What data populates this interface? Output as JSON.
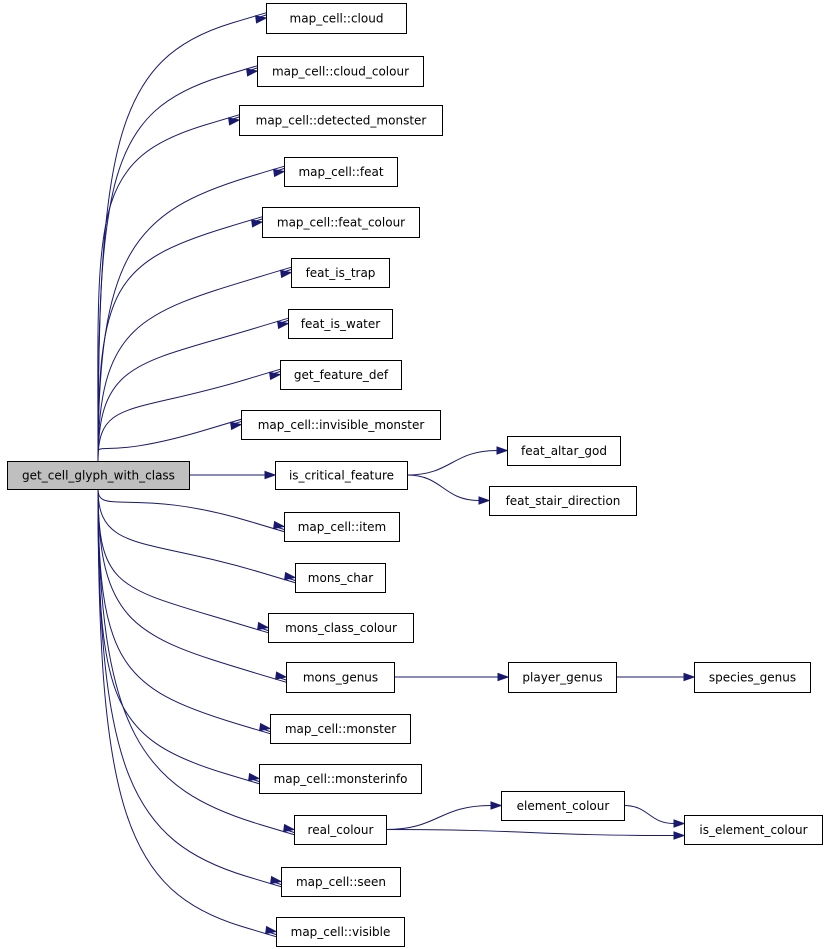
{
  "diagram": {
    "root": "get_cell_glyph_with_class",
    "nodes": [
      {
        "id": "root",
        "label": "get_cell_glyph_with_class",
        "root": true
      },
      {
        "id": "cloud",
        "label": "map_cell::cloud"
      },
      {
        "id": "cloud_colour",
        "label": "map_cell::cloud_colour"
      },
      {
        "id": "detected_monster",
        "label": "map_cell::detected_monster"
      },
      {
        "id": "feat",
        "label": "map_cell::feat"
      },
      {
        "id": "feat_colour",
        "label": "map_cell::feat_colour"
      },
      {
        "id": "feat_is_trap",
        "label": "feat_is_trap"
      },
      {
        "id": "feat_is_water",
        "label": "feat_is_water"
      },
      {
        "id": "get_feature_def",
        "label": "get_feature_def"
      },
      {
        "id": "invisible_monster",
        "label": "map_cell::invisible_monster"
      },
      {
        "id": "is_critical_feature",
        "label": "is_critical_feature"
      },
      {
        "id": "feat_altar_god",
        "label": "feat_altar_god"
      },
      {
        "id": "feat_stair_direction",
        "label": "feat_stair_direction"
      },
      {
        "id": "item",
        "label": "map_cell::item"
      },
      {
        "id": "mons_char",
        "label": "mons_char"
      },
      {
        "id": "mons_class_colour",
        "label": "mons_class_colour"
      },
      {
        "id": "mons_genus",
        "label": "mons_genus"
      },
      {
        "id": "player_genus",
        "label": "player_genus"
      },
      {
        "id": "species_genus",
        "label": "species_genus"
      },
      {
        "id": "monster",
        "label": "map_cell::monster"
      },
      {
        "id": "monsterinfo",
        "label": "map_cell::monsterinfo"
      },
      {
        "id": "real_colour",
        "label": "real_colour"
      },
      {
        "id": "element_colour",
        "label": "element_colour"
      },
      {
        "id": "is_element_colour",
        "label": "is_element_colour"
      },
      {
        "id": "seen",
        "label": "map_cell::seen"
      },
      {
        "id": "visible",
        "label": "map_cell::visible"
      }
    ],
    "edges": [
      {
        "from": "root",
        "to": "cloud"
      },
      {
        "from": "root",
        "to": "cloud_colour"
      },
      {
        "from": "root",
        "to": "detected_monster"
      },
      {
        "from": "root",
        "to": "feat"
      },
      {
        "from": "root",
        "to": "feat_colour"
      },
      {
        "from": "root",
        "to": "feat_is_trap"
      },
      {
        "from": "root",
        "to": "feat_is_water"
      },
      {
        "from": "root",
        "to": "get_feature_def"
      },
      {
        "from": "root",
        "to": "invisible_monster"
      },
      {
        "from": "root",
        "to": "is_critical_feature"
      },
      {
        "from": "root",
        "to": "item"
      },
      {
        "from": "root",
        "to": "mons_char"
      },
      {
        "from": "root",
        "to": "mons_class_colour"
      },
      {
        "from": "root",
        "to": "mons_genus"
      },
      {
        "from": "root",
        "to": "monster"
      },
      {
        "from": "root",
        "to": "monsterinfo"
      },
      {
        "from": "root",
        "to": "real_colour"
      },
      {
        "from": "root",
        "to": "seen"
      },
      {
        "from": "root",
        "to": "visible"
      },
      {
        "from": "is_critical_feature",
        "to": "feat_altar_god"
      },
      {
        "from": "is_critical_feature",
        "to": "feat_stair_direction"
      },
      {
        "from": "mons_genus",
        "to": "player_genus"
      },
      {
        "from": "player_genus",
        "to": "species_genus"
      },
      {
        "from": "real_colour",
        "to": "element_colour"
      },
      {
        "from": "real_colour",
        "to": "is_element_colour"
      },
      {
        "from": "element_colour",
        "to": "is_element_colour"
      }
    ],
    "colors": {
      "edge": "#191970",
      "root_fill": "#bfbfbf",
      "node_fill": "#ffffff",
      "node_border": "#000000"
    }
  }
}
